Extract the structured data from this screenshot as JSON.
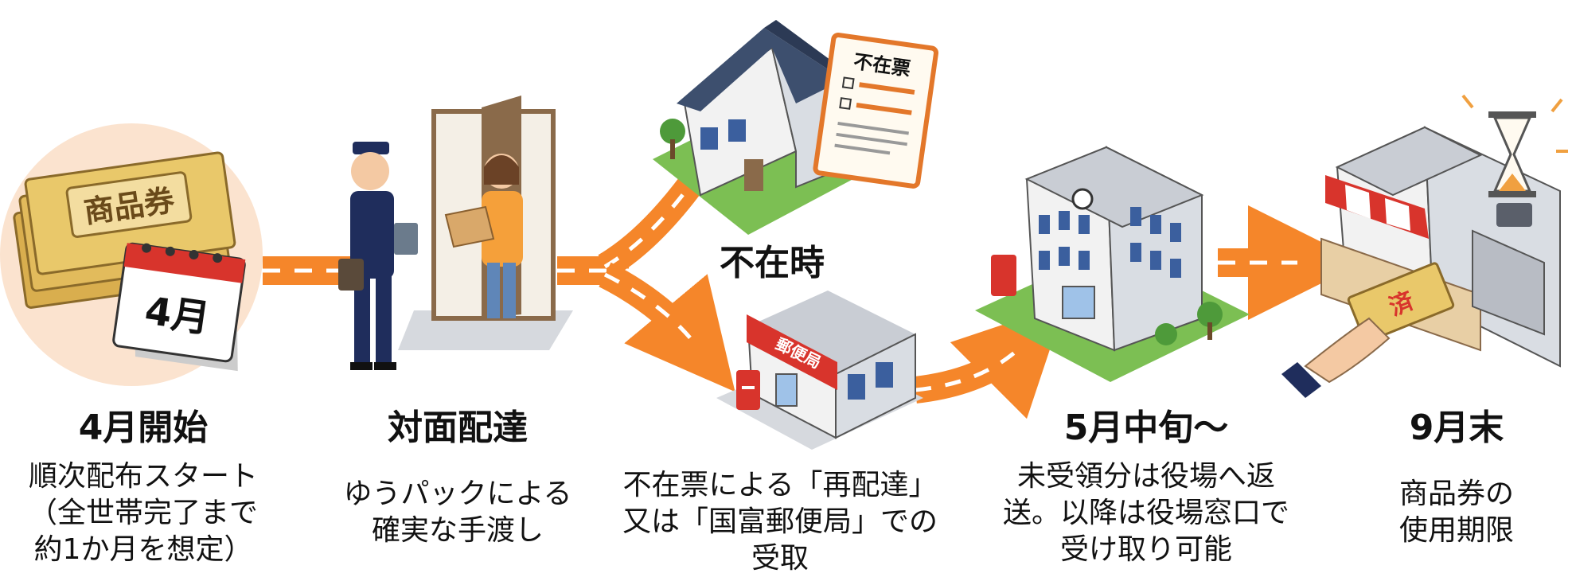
{
  "colors": {
    "arrow": "#f5862a",
    "arrow_dash": "#ffffff",
    "ticket": "#e9c86a",
    "uniform": "#1f2d5c",
    "door": "#8a6a4a",
    "post_red": "#d8342c",
    "building": "#e7ecf2",
    "window": "#3b5f9e",
    "ground": "#7cbf53",
    "hourglass": "#f0a040"
  },
  "icons": {
    "step1": "gift-voucher-calendar-icon",
    "step2": "mail-carrier-delivery-icon",
    "absent_house": "house-absence-notice-icon",
    "post_office": "post-office-icon",
    "town_hall": "town-hall-icon",
    "shop": "shop-register-hourglass-icon"
  },
  "illustration_text": {
    "ticket": "商品券",
    "calendar": "4月",
    "notice": "不在票",
    "post_office_sign": "郵便局",
    "used_ticket": "済"
  },
  "branch_label": "不在時",
  "steps": [
    {
      "title": "4月開始",
      "desc": "順次配布スタート\n（全世帯完了まで\n約1か月を想定）"
    },
    {
      "title": "対面配達",
      "desc": "ゆうパックによる\n確実な手渡し"
    },
    {
      "title": "",
      "desc": "不在票による「再配達」\n又は「国富郵便局」での\n受取"
    },
    {
      "title": "5月中旬～",
      "desc": "未受領分は役場へ返\n送。以降は役場窓口で\n受け取り可能"
    },
    {
      "title": "9月末",
      "desc": "商品券の\n使用期限"
    }
  ]
}
